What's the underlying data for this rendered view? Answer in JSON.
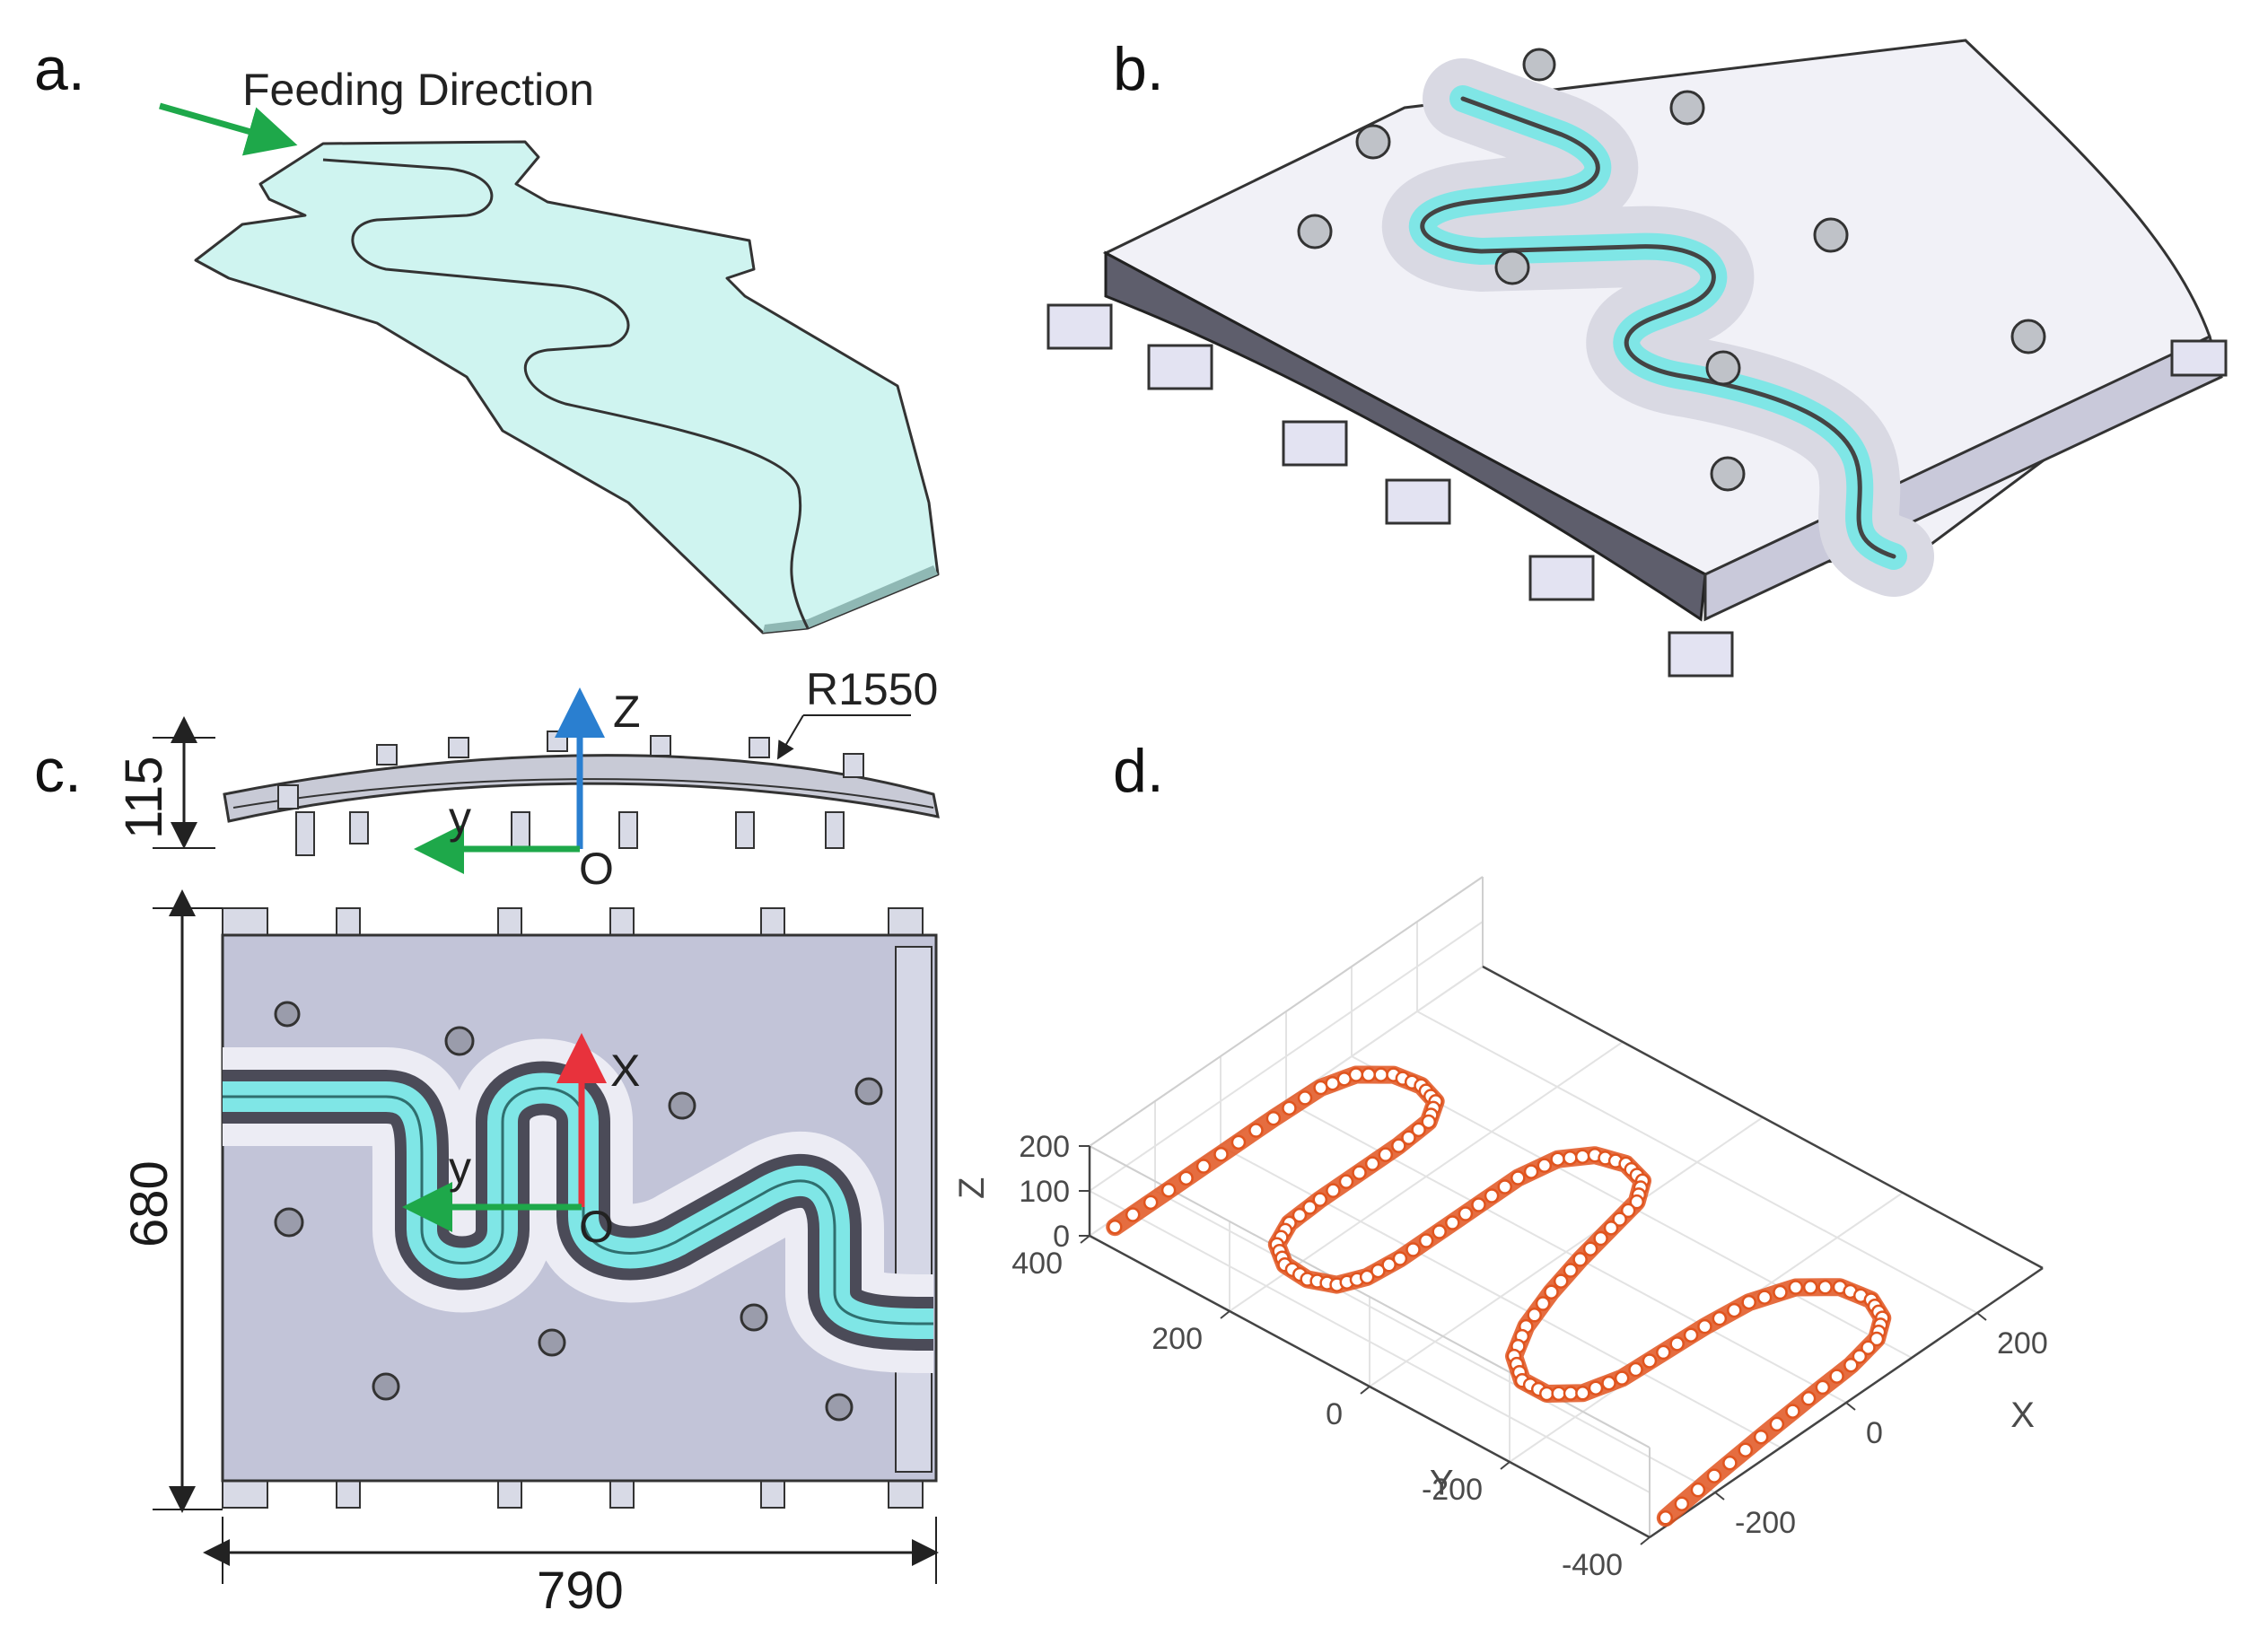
{
  "panels": {
    "a": {
      "label": "a.",
      "feeding_direction": "Feeding Direction"
    },
    "b": {
      "label": "b."
    },
    "c": {
      "label": "c.",
      "radius_label": "R1550",
      "height_dim": "115",
      "length_dim": "680",
      "width_dim": "790",
      "axis_z": "Z",
      "axis_y_side": "y",
      "axis_x": "X",
      "axis_y_top": "y",
      "origin_side": "O",
      "origin_top": "O"
    },
    "d": {
      "label": "d."
    }
  },
  "colors": {
    "sheet_fill": "#cff4f0",
    "channel_cyan": "#7fe6e6",
    "die_body": "#e6e6f4",
    "die_dark": "#5a5a68",
    "axis_green": "#1ea84a",
    "axis_red": "#e8323c",
    "axis_blue": "#2a7fd0",
    "path_orange": "#e0541e"
  },
  "chart_data": {
    "type": "scatter3d",
    "title": "",
    "xlabel": "X",
    "ylabel": "Y",
    "zlabel": "Z",
    "xlim": [
      -300,
      300
    ],
    "ylim": [
      -400,
      400
    ],
    "zlim": [
      0,
      200
    ],
    "xticks": [
      "-200",
      "0",
      "200"
    ],
    "yticks": [
      "-400",
      "-200",
      "0",
      "200",
      "400"
    ],
    "zticks": [
      "0",
      "100",
      "200"
    ],
    "grid": true,
    "series": [
      {
        "marker": "circle",
        "color": "#e0541e",
        "points": [
          [
            -272,
            390,
            0
          ],
          [
            -190,
            390,
            0
          ],
          [
            -110,
            390,
            0
          ],
          [
            -30,
            390,
            0
          ],
          [
            40,
            388,
            0
          ],
          [
            80,
            375,
            0
          ],
          [
            105,
            345,
            0
          ],
          [
            110,
            310,
            0
          ],
          [
            100,
            280,
            0
          ],
          [
            70,
            262,
            0
          ],
          [
            20,
            258,
            0
          ],
          [
            -40,
            258,
            0
          ],
          [
            -100,
            258,
            0
          ],
          [
            -150,
            255,
            0
          ],
          [
            -185,
            240,
            0
          ],
          [
            -205,
            210,
            0
          ],
          [
            -208,
            175,
            0
          ],
          [
            -195,
            145,
            0
          ],
          [
            -165,
            130,
            0
          ],
          [
            -120,
            125,
            0
          ],
          [
            -60,
            125,
            0
          ],
          [
            0,
            125,
            0
          ],
          [
            60,
            125,
            0
          ],
          [
            110,
            115,
            0
          ],
          [
            140,
            90,
            0
          ],
          [
            150,
            55,
            0
          ],
          [
            140,
            22,
            0
          ],
          [
            110,
            2,
            0
          ],
          [
            60,
            -8,
            0
          ],
          [
            0,
            -20,
            0
          ],
          [
            -60,
            -35,
            0
          ],
          [
            -120,
            -55,
            0
          ],
          [
            -165,
            -80,
            0
          ],
          [
            -190,
            -115,
            0
          ],
          [
            -190,
            -150,
            0
          ],
          [
            -165,
            -178,
            0
          ],
          [
            -120,
            -192,
            0
          ],
          [
            -60,
            -195,
            0
          ],
          [
            0,
            -198,
            0
          ],
          [
            60,
            -205,
            0
          ],
          [
            110,
            -225,
            0
          ],
          [
            140,
            -260,
            0
          ],
          [
            145,
            -300,
            0
          ],
          [
            130,
            -330,
            0
          ],
          [
            100,
            -350,
            0
          ],
          [
            50,
            -360,
            0
          ],
          [
            -20,
            -365,
            0
          ],
          [
            -100,
            -372,
            0
          ],
          [
            -180,
            -380,
            0
          ],
          [
            -265,
            -390,
            0
          ]
        ]
      }
    ]
  }
}
